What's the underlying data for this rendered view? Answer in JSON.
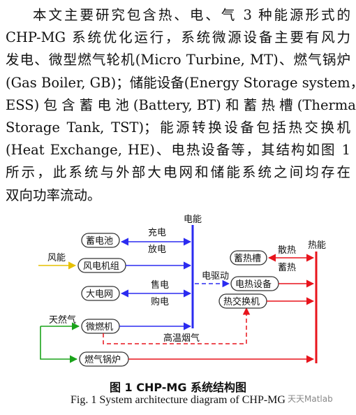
{
  "paragraph": [
    "本文主要研究包含热、电、气 3 种能源形式的",
    "CHP-MG 系统优化运行，系统微源设备主要有风力",
    "发电、微型燃气轮机(Micro Turbine, MT)、燃气锅炉",
    "(Gas Boiler, GB)；储能设备(Energy Storage system，",
    "ESS) 包 含 蓄 电 池 (Battery, BT) 和 蓄 热 槽 (Thermal",
    "Storage Tank, TST)；能源转换设备包括热交换机",
    "(Heat Exchange, HE)、电热设备等，其结构如图 1",
    "所示，此系统与外部大电网和储能系统之间均存在",
    "双向功率流动。"
  ],
  "diagram": {
    "bus_electric": "电能",
    "bus_heat": "热能",
    "boxes": {
      "battery": "蓄电池",
      "wind_unit": "风电机组",
      "grid": "大电网",
      "micro_turbine": "微燃机",
      "gas_boiler": "燃气锅炉",
      "heat_tank": "蓄热槽",
      "electric_heater": "电热设备",
      "heat_exchanger": "热交换机"
    },
    "labels": {
      "charge": "充电",
      "discharge": "放电",
      "wind_energy": "风能",
      "sell": "售电",
      "buy": "购电",
      "natural_gas": "天然气",
      "flue_gas": "高温烟气",
      "electric_drive": "电驱动",
      "heat_release": "散热",
      "heat_store": "蓄热"
    },
    "colors": {
      "electric": "#2b2bf0",
      "heat": "#e8141c",
      "gas": "#1aa31a",
      "wind": "#e6c000"
    }
  },
  "caption_cn": "图 1 CHP-MG 系统结构图",
  "caption_en": "Fig. 1 System architecture diagram of CHP-MG",
  "watermark": "天天Matlab"
}
